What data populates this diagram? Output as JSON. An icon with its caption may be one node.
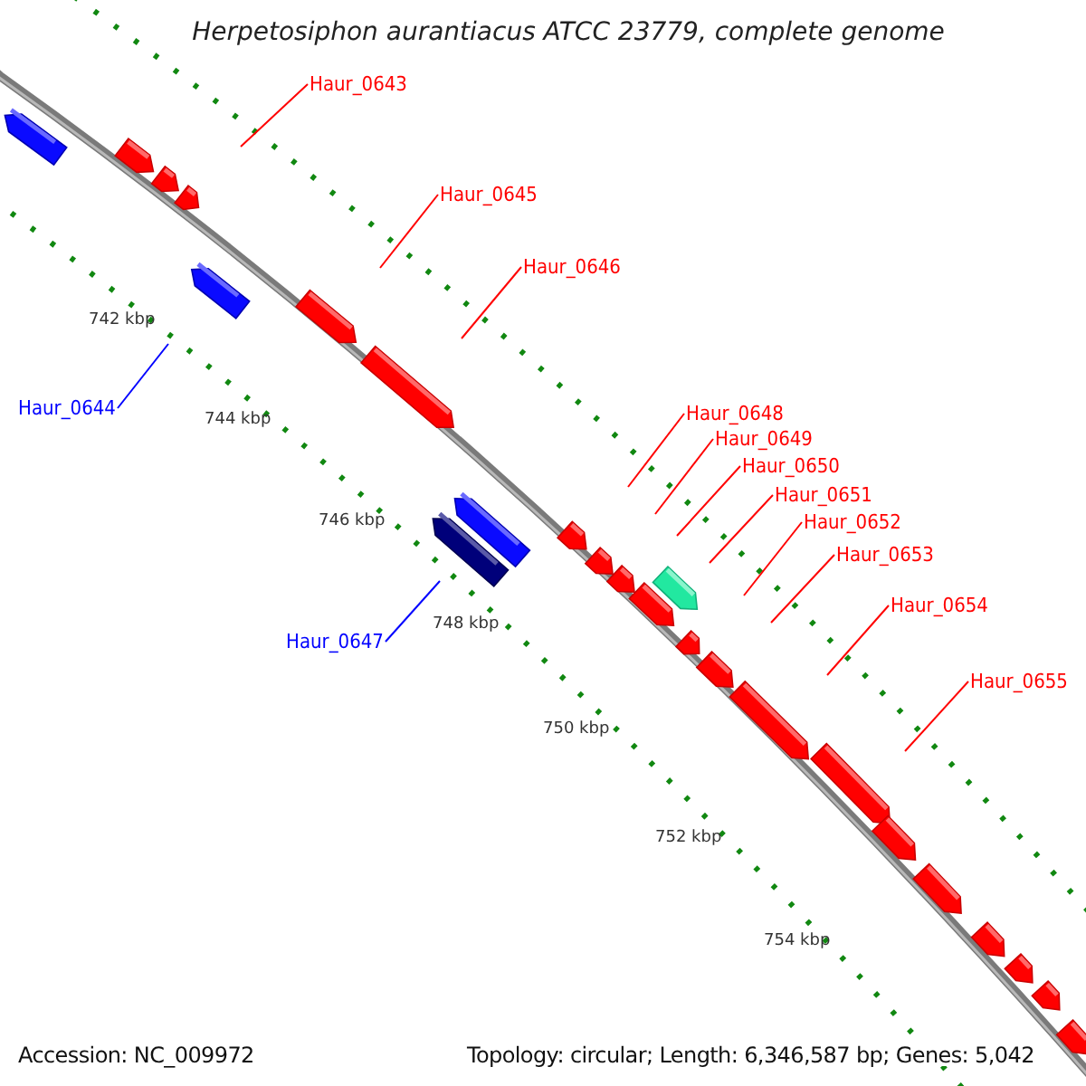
{
  "diagram": {
    "title": "Herpetosiphon aurantiacus ATCC 23779, complete genome",
    "nodes": [
      {
        "text": [
          "Haur_0643"
        ]
      },
      {
        "text": [
          "Haur_0645"
        ]
      },
      {
        "text": [
          "Haur_0646"
        ]
      },
      {
        "text": [
          "Haur_0644"
        ]
      },
      {
        "text": [
          "Haur_0648"
        ]
      },
      {
        "text": [
          "Haur_0649"
        ]
      },
      {
        "text": [
          "Haur_0650"
        ]
      },
      {
        "text": [
          "Haur_0651"
        ]
      },
      {
        "text": [
          "Haur_0652"
        ]
      },
      {
        "text": [
          "Haur_0653"
        ]
      },
      {
        "text": [
          "Haur_0654"
        ]
      },
      {
        "text": [
          "Haur_0647"
        ]
      },
      {
        "text": [
          "Haur_0655"
        ]
      }
    ],
    "edges": [
      {
        "from": 0,
        "to": null,
        "arrow": "none"
      },
      {
        "from": 1,
        "to": null,
        "arrow": "none"
      },
      {
        "from": 2,
        "to": null,
        "arrow": "none"
      },
      {
        "from": 3,
        "to": null,
        "arrow": "none",
        "color": "#0000ff"
      },
      {
        "from": 4,
        "to": null,
        "arrow": "none"
      },
      {
        "from": 5,
        "to": null,
        "arrow": "none"
      },
      {
        "from": 6,
        "to": null,
        "arrow": "none"
      },
      {
        "from": 7,
        "to": null,
        "arrow": "none"
      },
      {
        "from": 8,
        "to": null,
        "arrow": "none"
      },
      {
        "from": 9,
        "to": null,
        "arrow": "none"
      },
      {
        "from": 10,
        "to": null,
        "arrow": "none"
      },
      {
        "from": 11,
        "to": null,
        "arrow": "none",
        "color": "#0000ff"
      },
      {
        "from": 12,
        "to": null,
        "arrow": "none"
      }
    ],
    "labels": [
      "742 kbp",
      "744 kbp",
      "746 kbp",
      "748 kbp",
      "750 kbp",
      "752 kbp",
      "754 kbp",
      "Accession: NC_009972",
      "Topology: circular; Length: 6,346,587 bp; Genes: 5,042"
    ]
  }
}
